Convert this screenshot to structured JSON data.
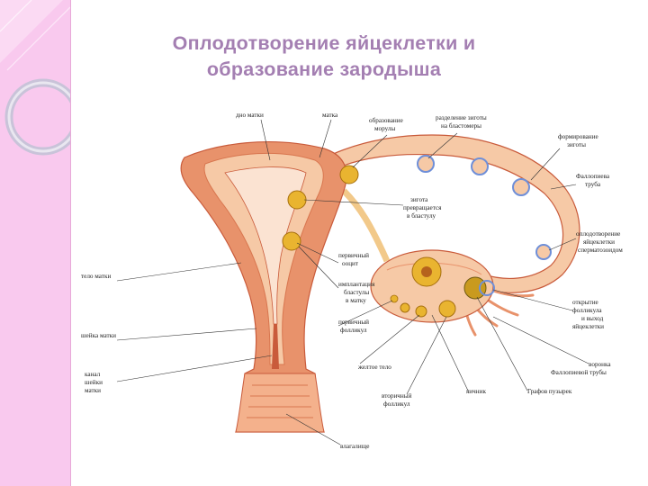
{
  "title": {
    "line1": "Оплодотворение яйцеклетки и",
    "line2": "образование зародыша"
  },
  "colors": {
    "sidebar": "#f9c9ee",
    "title": "#a47fb2",
    "tissue_light": "#f6c9a6",
    "tissue_mid": "#e8926b",
    "tissue_dark": "#c95b3b",
    "egg": "#e9b430",
    "zygote_ring": "#6f8fd8"
  },
  "labels": {
    "uterus_fundus": "дно матки",
    "uterus": "матка",
    "morula1": "образование",
    "morula2": "морулы",
    "division1": "разделение зиготы",
    "division2": "на бластомеры",
    "zygote_form1": "формирование",
    "zygote_form2": "зиготы",
    "tube1": "Фаллопиева",
    "tube2": "труба",
    "zygote_blast1": "зигота",
    "zygote_blast2": "превращается",
    "zygote_blast3": "в бластулу",
    "fert1": "оплодотворение",
    "fert2": "яйцеклетки",
    "fert3": "сперматозоидом",
    "primary_oocyte1": "первичный",
    "primary_oocyte2": "ооцит",
    "body": "тело матки",
    "implant1": "имплантация",
    "implant2": "бластулы",
    "implant3": "в матку",
    "follicle_rupture1": "открытие",
    "follicle_rupture2": "фолликула",
    "follicle_rupture3": "и выход",
    "follicle_rupture4": "яйцеклетки",
    "primary_follicle1": "первичный",
    "primary_follicle2": "фолликул",
    "cervix": "шейка матки",
    "yellow_body": "желтое тело",
    "funnel1": "воронка",
    "funnel2": "Фаллопиевой трубы",
    "canal1": "канал",
    "canal2": "шейки",
    "canal3": "матки",
    "secondary1": "вторичный",
    "secondary2": "фолликул",
    "ovary": "яичник",
    "graaf": "Графов пузырек",
    "vagina": "влагалище"
  }
}
